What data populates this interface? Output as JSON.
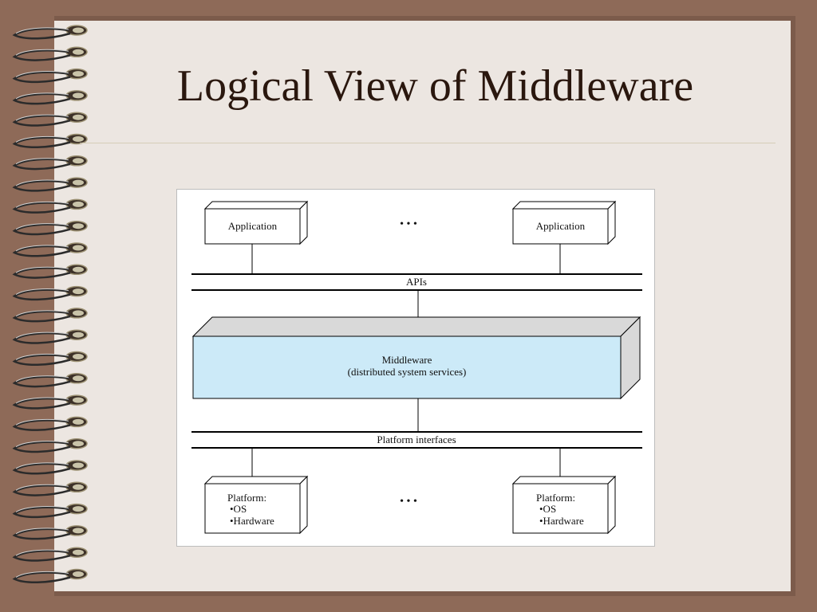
{
  "slide": {
    "title": "Logical View of Middleware"
  },
  "diagram": {
    "application_left": "Application",
    "application_right": "Application",
    "ellipsis_top": "• • •",
    "apis_label": "APIs",
    "middleware_line1": "Middleware",
    "middleware_line2": "(distributed system services)",
    "platform_interfaces_label": "Platform interfaces",
    "platform_left": {
      "title": "Platform:",
      "item1": "•OS",
      "item2": "•Hardware"
    },
    "platform_right": {
      "title": "Platform:",
      "item1": "•OS",
      "item2": "•Hardware"
    },
    "ellipsis_bottom": "• • •"
  },
  "colors": {
    "background": "#8e6a58",
    "page": "#ece6e1",
    "middleware_fill": "#cceaf8",
    "middleware_side": "#d9d9d9"
  }
}
